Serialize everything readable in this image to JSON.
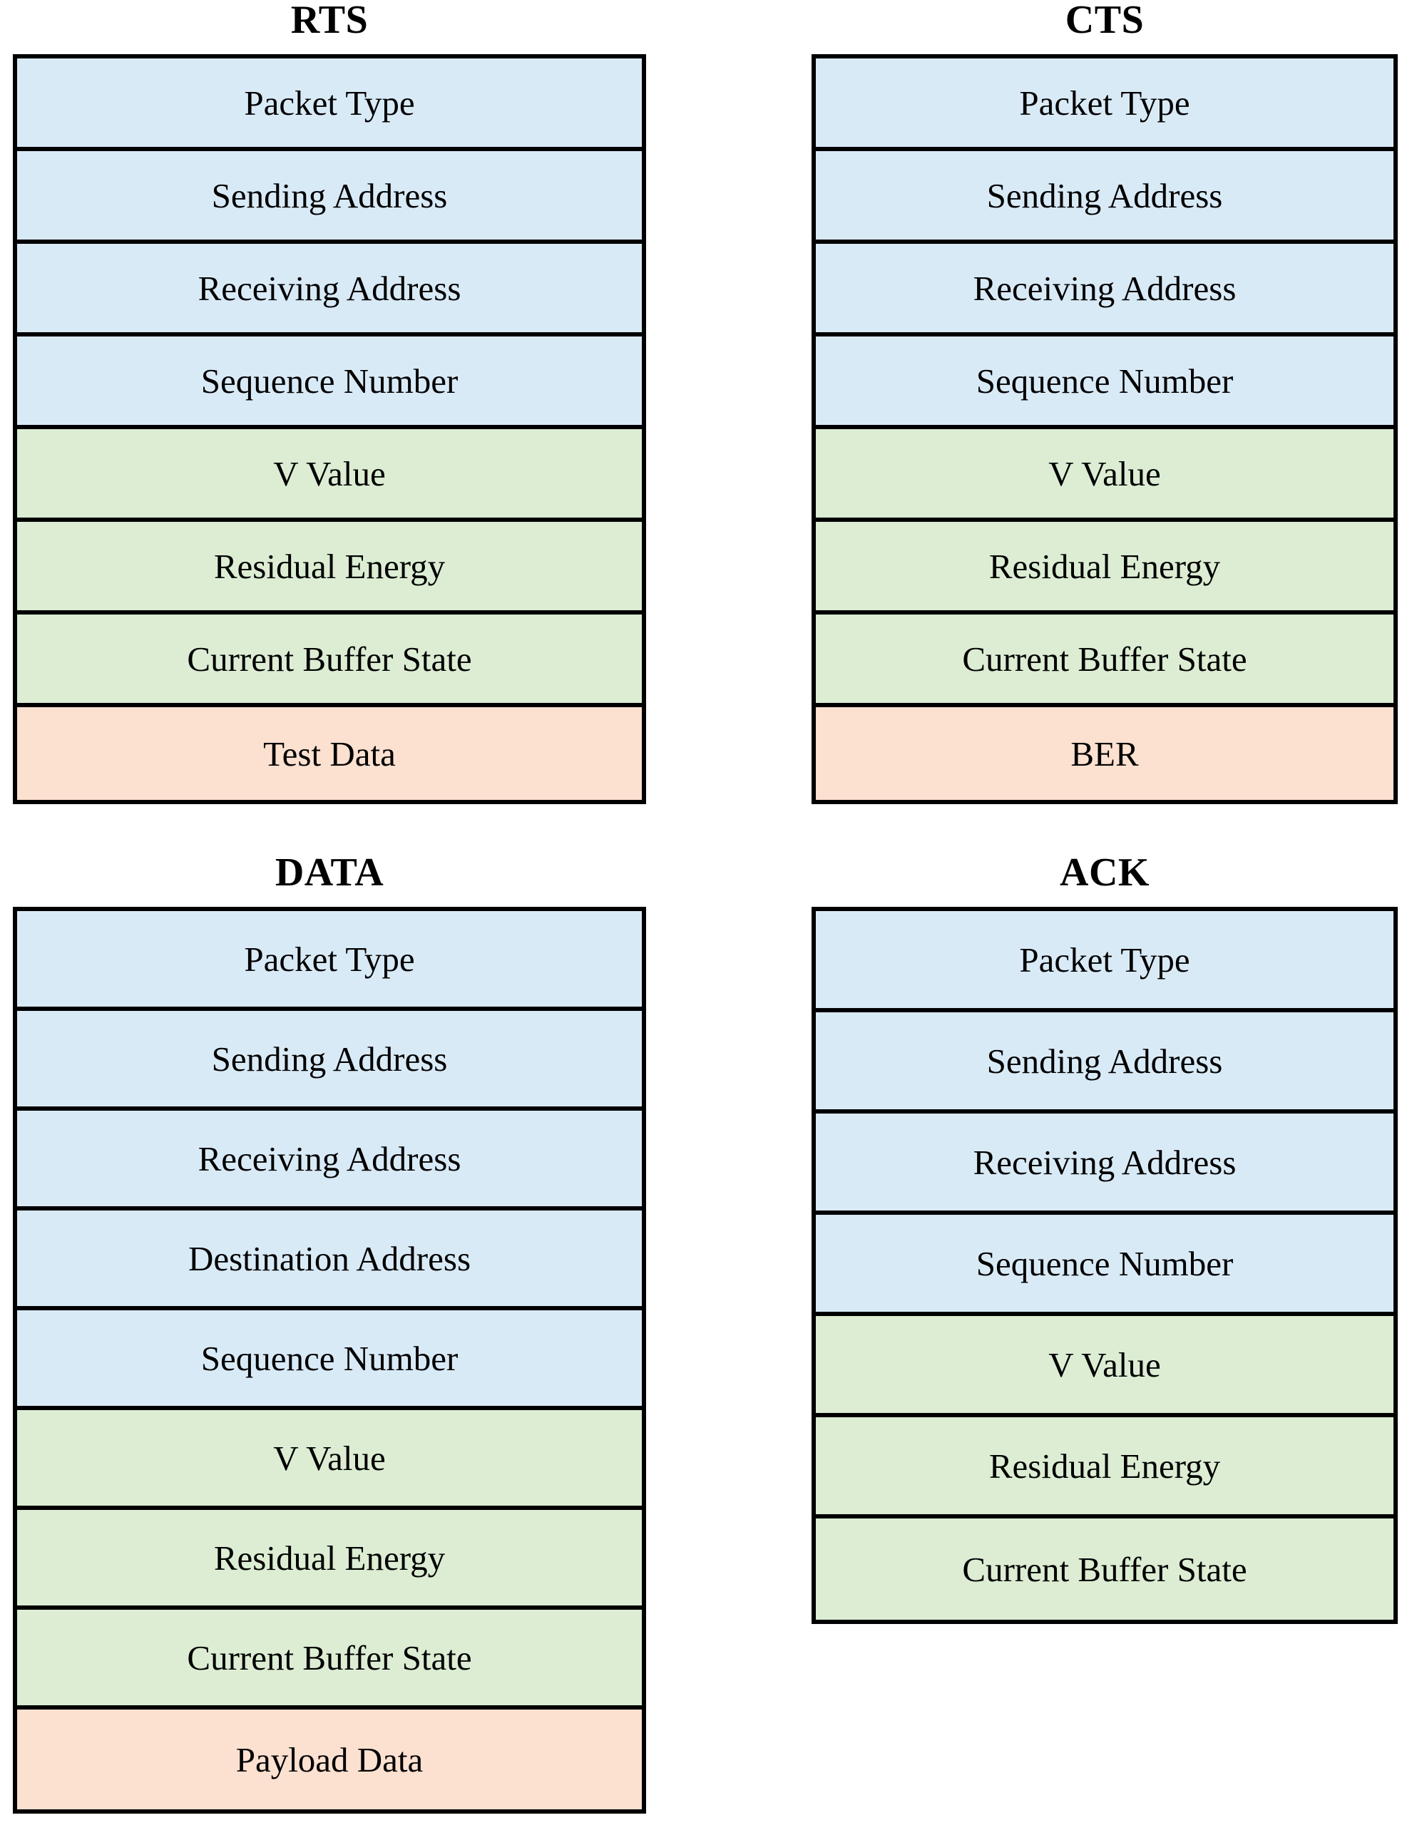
{
  "colors": {
    "header_blue": "#d9eaf7",
    "metric_green": "#dcedd3",
    "payload_peach": "#fce0d0",
    "border": "#000000",
    "background": "#ffffff",
    "text": "#000000"
  },
  "packets": [
    {
      "id": "rts",
      "title": "RTS",
      "fields": [
        {
          "label": "Packet Type",
          "category": "header"
        },
        {
          "label": "Sending Address",
          "category": "header"
        },
        {
          "label": "Receiving Address",
          "category": "header"
        },
        {
          "label": "Sequence Number",
          "category": "header"
        },
        {
          "label": "V Value",
          "category": "metric"
        },
        {
          "label": "Residual Energy",
          "category": "metric"
        },
        {
          "label": "Current Buffer State",
          "category": "metric"
        },
        {
          "label": "Test Data",
          "category": "payload"
        }
      ]
    },
    {
      "id": "cts",
      "title": "CTS",
      "fields": [
        {
          "label": "Packet Type",
          "category": "header"
        },
        {
          "label": "Sending Address",
          "category": "header"
        },
        {
          "label": "Receiving Address",
          "category": "header"
        },
        {
          "label": "Sequence Number",
          "category": "header"
        },
        {
          "label": "V Value",
          "category": "metric"
        },
        {
          "label": "Residual Energy",
          "category": "metric"
        },
        {
          "label": "Current Buffer State",
          "category": "metric"
        },
        {
          "label": "BER",
          "category": "payload"
        }
      ]
    },
    {
      "id": "data",
      "title": "DATA",
      "fields": [
        {
          "label": "Packet Type",
          "category": "header"
        },
        {
          "label": "Sending Address",
          "category": "header"
        },
        {
          "label": "Receiving Address",
          "category": "header"
        },
        {
          "label": "Destination Address",
          "category": "header"
        },
        {
          "label": "Sequence Number",
          "category": "header"
        },
        {
          "label": "V Value",
          "category": "metric"
        },
        {
          "label": "Residual Energy",
          "category": "metric"
        },
        {
          "label": "Current Buffer State",
          "category": "metric"
        },
        {
          "label": "Payload Data",
          "category": "payload"
        }
      ]
    },
    {
      "id": "ack",
      "title": "ACK",
      "fields": [
        {
          "label": "Packet Type",
          "category": "header"
        },
        {
          "label": "Sending Address",
          "category": "header"
        },
        {
          "label": "Receiving Address",
          "category": "header"
        },
        {
          "label": "Sequence Number",
          "category": "header"
        },
        {
          "label": "V Value",
          "category": "metric"
        },
        {
          "label": "Residual Energy",
          "category": "metric"
        },
        {
          "label": "Current Buffer State",
          "category": "metric"
        }
      ]
    }
  ]
}
